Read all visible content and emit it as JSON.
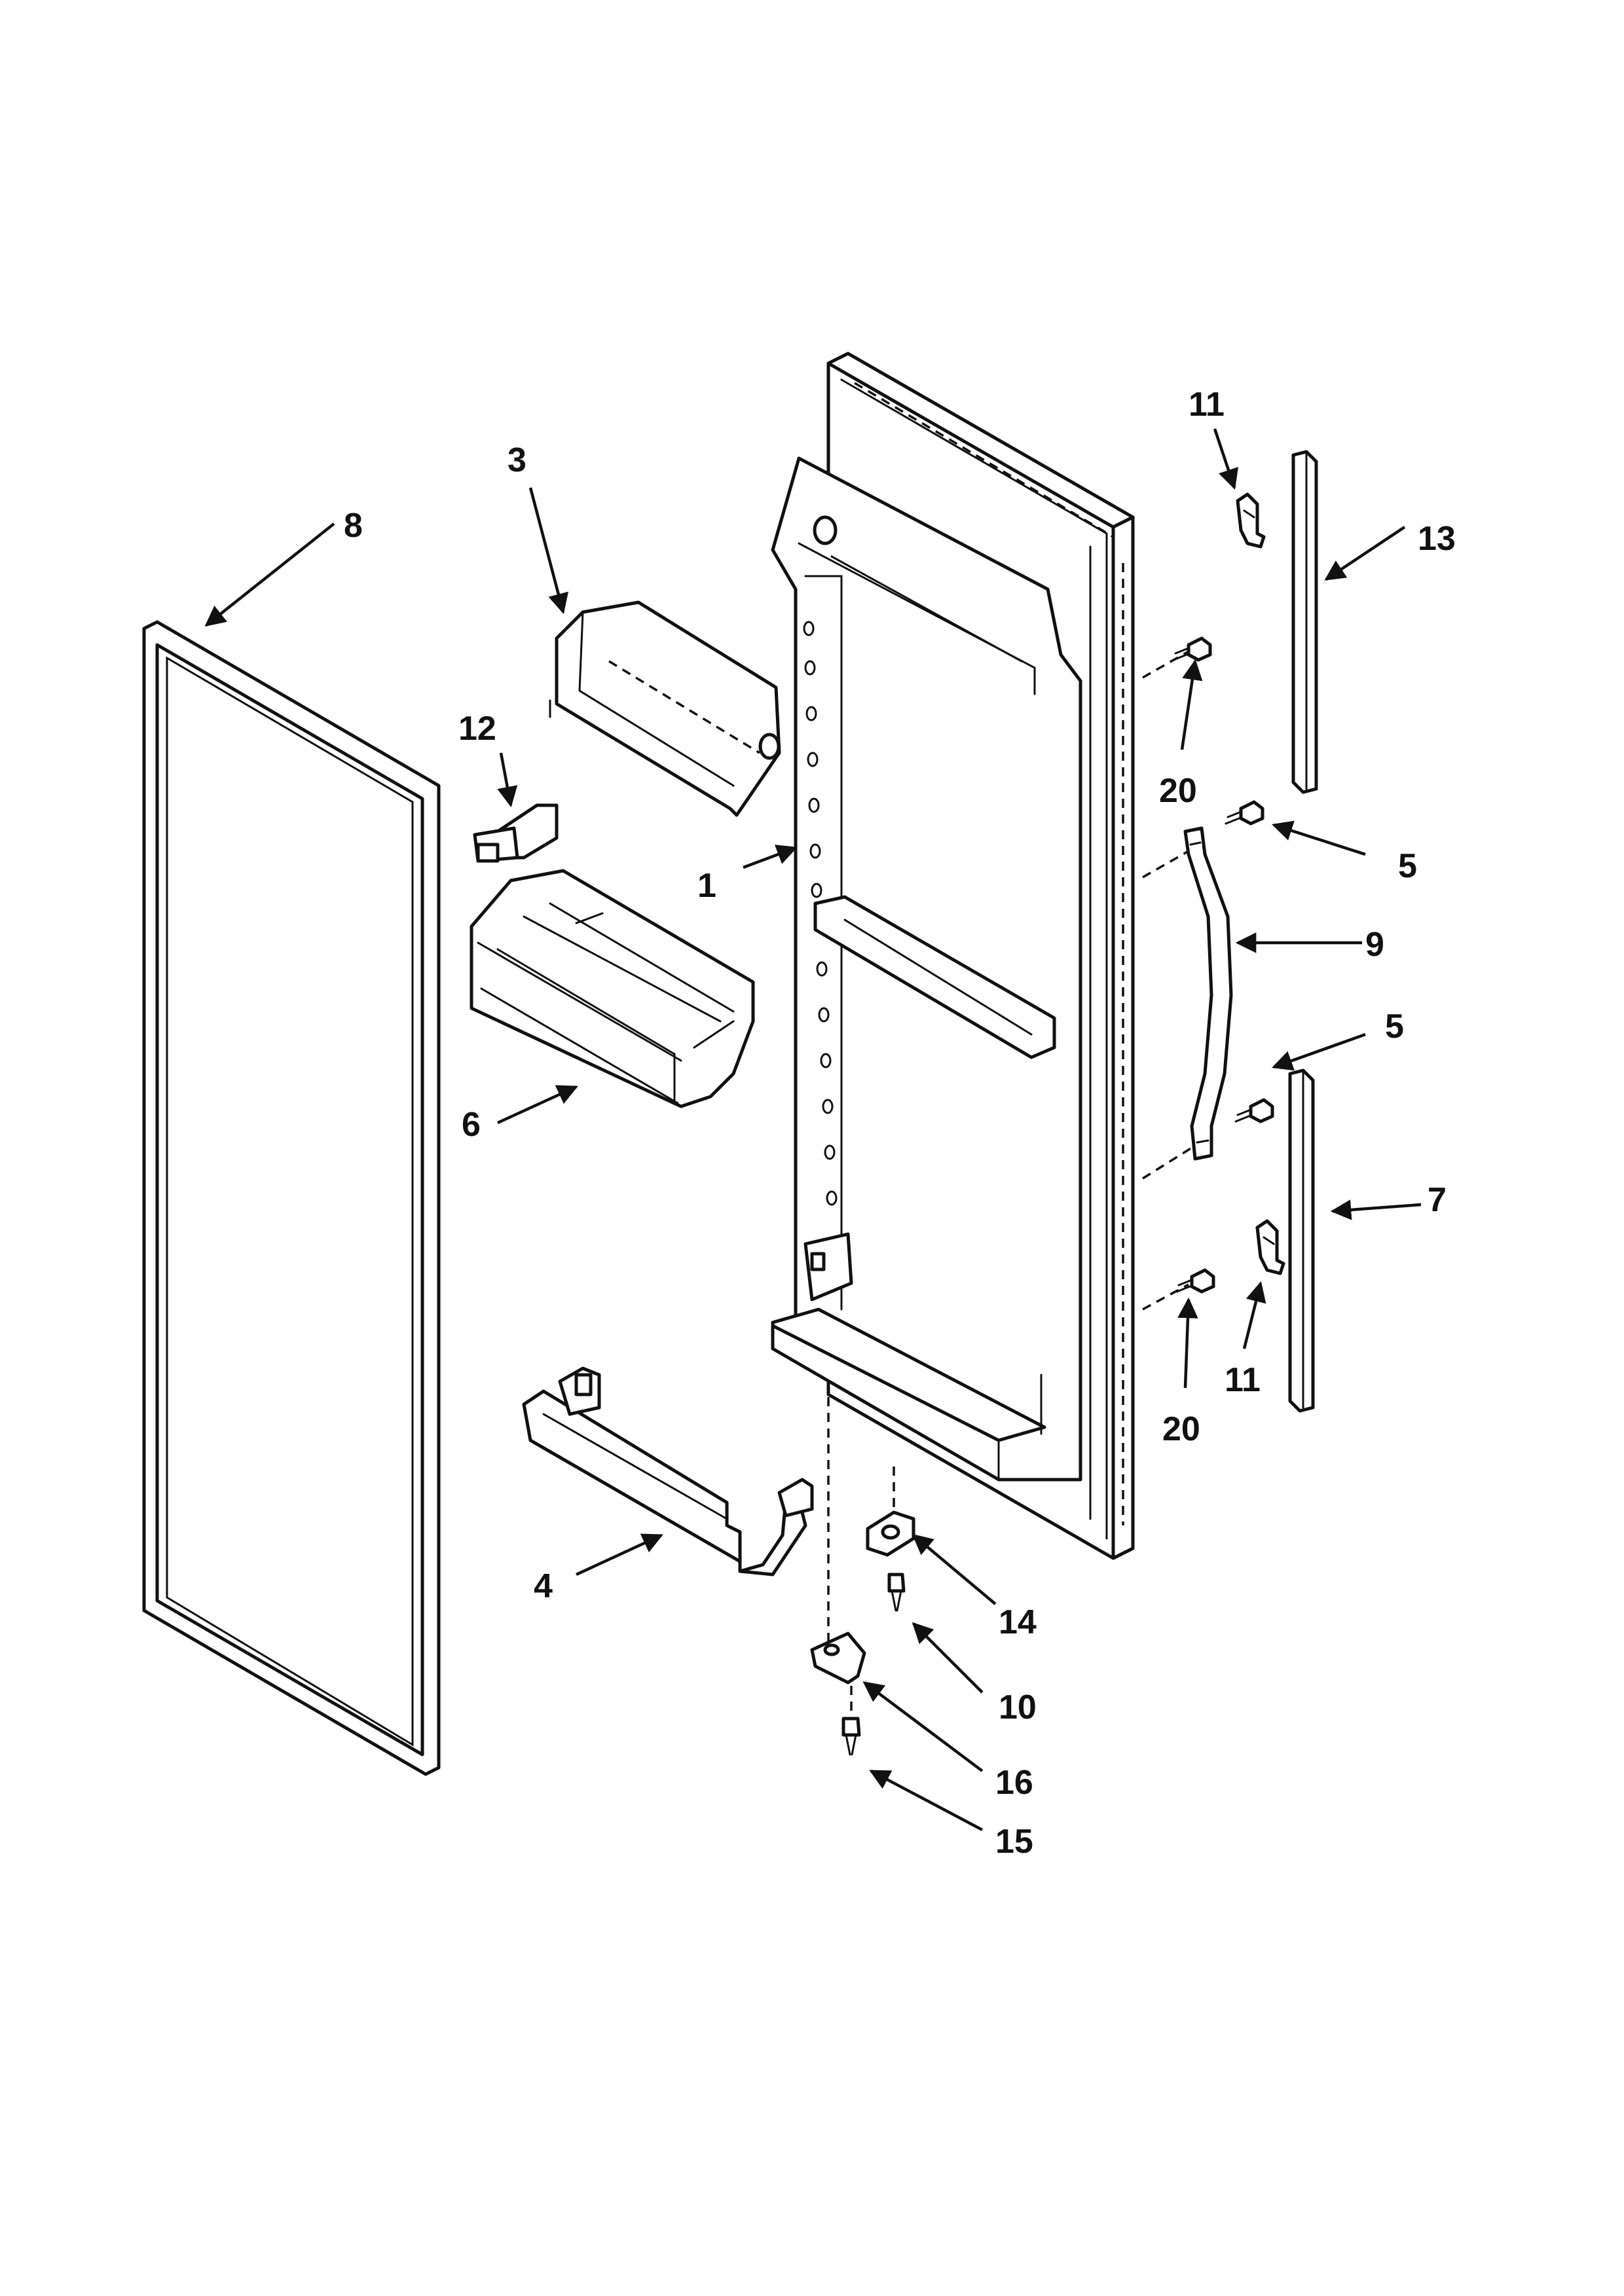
{
  "callouts": {
    "c1": "1",
    "c3": "3",
    "c4": "4",
    "c5a": "5",
    "c5b": "5",
    "c6": "6",
    "c7": "7",
    "c8": "8",
    "c9": "9",
    "c10": "10",
    "c11a": "11",
    "c11b": "11",
    "c12": "12",
    "c13": "13",
    "c14": "14",
    "c15": "15",
    "c16": "16",
    "c20a": "20",
    "c20b": "20"
  }
}
